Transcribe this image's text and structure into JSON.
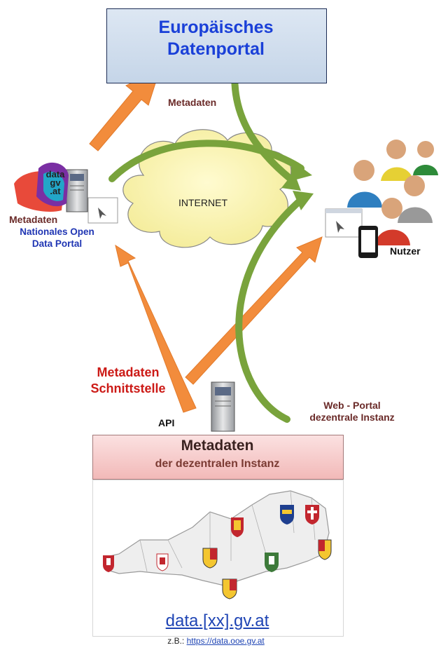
{
  "eu_portal": {
    "title_line1": "Europäisches",
    "title_line2": "Datenportal"
  },
  "labels": {
    "metadaten_top": "Metadaten",
    "metadaten_left": "Metadaten",
    "national_line1": "Nationales Open",
    "national_line2": "Data Portal",
    "internet": "INTERNET",
    "nutzer": "Nutzer",
    "schnittstelle_line1": "Metadaten",
    "schnittstelle_line2": "Schnittstelle",
    "api": "API",
    "web_portal_line1": "Web - Portal",
    "web_portal_line2": "dezentrale Instanz"
  },
  "logo": {
    "line1": "data",
    "line2": "gv",
    "line3": ".at"
  },
  "bottom_box": {
    "title": "Metadaten",
    "subtitle": "der dezentralen Instanz"
  },
  "map": {
    "link_text": "data.[xx].gv.at"
  },
  "example": {
    "prefix": "z.B.: ",
    "url": "https://data.ooe.gv.at"
  },
  "colors": {
    "orange_arrow": "#f28c3c",
    "green_arrow": "#79a33c",
    "eu_blue": "#1a40d8",
    "red_label": "#cc1a16"
  }
}
